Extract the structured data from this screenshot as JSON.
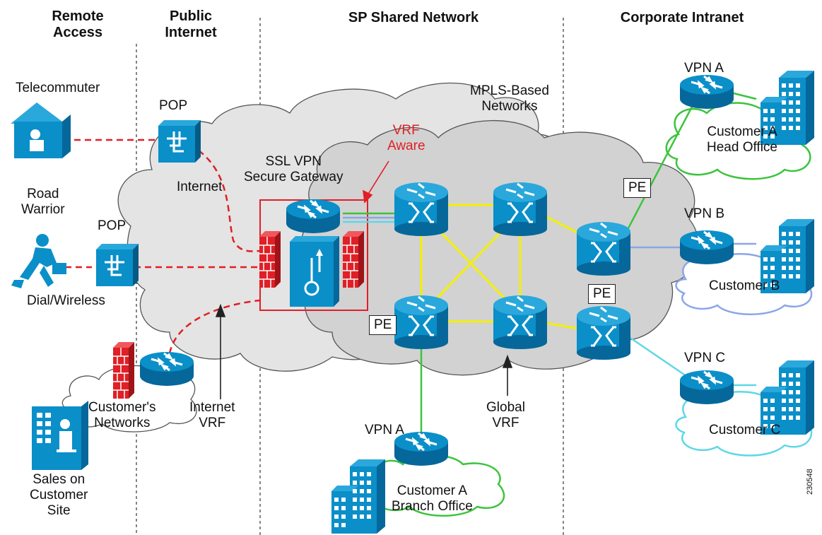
{
  "columns": {
    "remote_access": "Remote\nAccess",
    "public_internet": "Public\nInternet",
    "sp_shared": "SP Shared Network",
    "corporate": "Corporate Intranet"
  },
  "labels": {
    "telecommuter": "Telecommuter",
    "road_warrior": "Road\nWarrior",
    "dial_wireless": "Dial/Wireless",
    "pop_top": "POP",
    "pop_mid": "POP",
    "internet": "Internet",
    "ssl_vpn": "SSL VPN\nSecure Gateway",
    "vrf_aware": "VRF\nAware",
    "mpls": "MPLS-Based\nNetworks",
    "customers_networks": "Customer's\nNetworks",
    "internet_vrf": "Internet\nVRF",
    "sales_site": "Sales on\nCustomer\nSite",
    "vpn_a_bottom": "VPN A",
    "branch_office": "Customer A\nBranch Office",
    "global_vrf": "Global\nVRF",
    "vpn_a_top": "VPN A",
    "head_office": "Customer A\nHead Office",
    "vpn_b": "VPN B",
    "customer_b": "Customer B",
    "vpn_c": "VPN C",
    "customer_c": "Customer C",
    "pe1": "PE",
    "pe2": "PE",
    "pe3": "PE",
    "figure_number": "230548"
  },
  "colors": {
    "router": "#0a8fc9",
    "router_dark": "#06679a",
    "firewall": "#e01f26",
    "red_link": "#e01f26",
    "yellow_link": "#f4f000",
    "green_link": "#3cc43c",
    "blue_link": "#8aa6e6",
    "cyan_link": "#5ed8e6",
    "cloud_gray": "#e4e4e4"
  },
  "icons": [
    "house-icon",
    "runner-icon",
    "pop-switch-icon",
    "router-icon",
    "mpls-switch-router-icon",
    "firewall-icon",
    "ssl-gateway-icon",
    "building-icon",
    "office-worker-icon"
  ]
}
